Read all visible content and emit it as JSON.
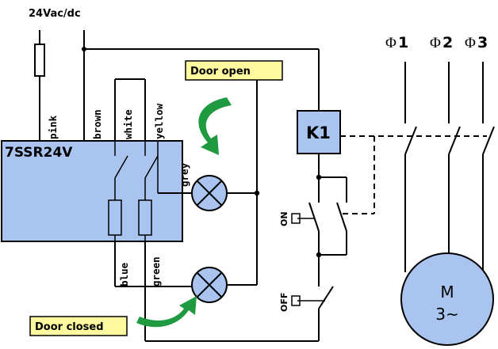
{
  "supply_label": "24Vac/dc",
  "module": {
    "name": "7SSR24V",
    "fill": "#a9c4ee",
    "wire_labels": {
      "pink": "pink",
      "brown": "brown",
      "white": "white",
      "yellow": "yellow",
      "grey": "grey",
      "blue": "blue",
      "green": "green"
    }
  },
  "notes": {
    "door_open": "Door open",
    "door_closed": "Door closed",
    "note_fill": "#fff9a0",
    "arrow_color": "#1f9a40"
  },
  "relay": {
    "label": "K1",
    "fill": "#a9c4ee"
  },
  "buttons": {
    "on": "ON",
    "off": "OFF"
  },
  "phases": [
    {
      "symbol": "Φ",
      "num": "1"
    },
    {
      "symbol": "Φ",
      "num": "2"
    },
    {
      "symbol": "Φ",
      "num": "3"
    }
  ],
  "motor": {
    "label": "M",
    "sub": "3~",
    "fill": "#a9c4ee"
  }
}
